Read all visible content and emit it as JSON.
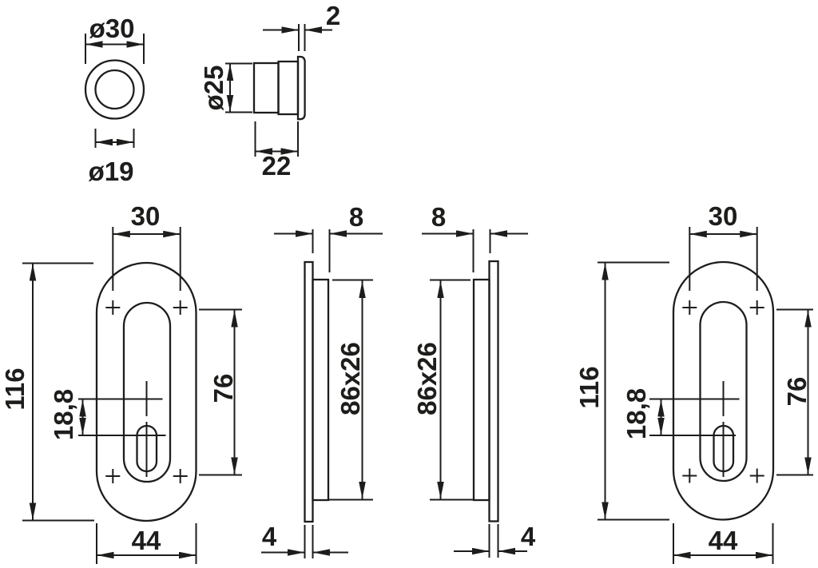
{
  "document": {
    "type": "technical-dimension-drawing",
    "subject": "flush pull handles for sliding doors",
    "background_color": "#ffffff",
    "ink_color": "#1d1d1b"
  },
  "views": {
    "round_pull_front": {
      "dims": {
        "outer_diameter": "ø30",
        "recess_diameter": "ø19"
      }
    },
    "round_pull_side": {
      "dims": {
        "rim_thickness": "2",
        "diameter": "ø25",
        "depth": "22"
      }
    },
    "oval_front_left": {
      "dims": {
        "screw_pitch_h": "30",
        "height": "116",
        "screw_pitch_v": "76",
        "key_offset": "18,8",
        "width": "44"
      }
    },
    "oval_side_left": {
      "dims": {
        "recess_depth": "8",
        "cutout": "86x26",
        "plate_thickness": "4"
      }
    },
    "oval_side_right": {
      "dims": {
        "recess_depth": "8",
        "cutout": "86x26",
        "plate_thickness": "4"
      }
    },
    "oval_front_right": {
      "dims": {
        "screw_pitch_h": "30",
        "height": "116",
        "screw_pitch_v": "76",
        "key_offset": "18,8",
        "width": "44"
      }
    }
  }
}
